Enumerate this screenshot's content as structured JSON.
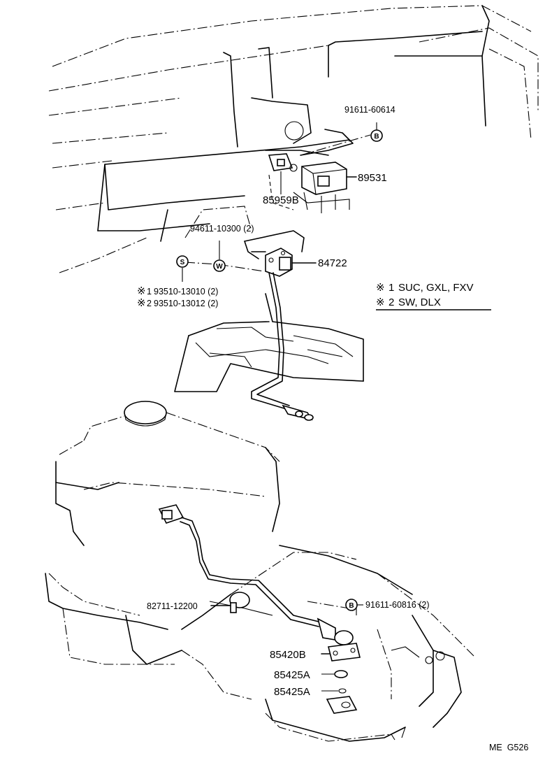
{
  "parts": {
    "p91611_60614": "91611-60614",
    "p89531": "89531",
    "p85959B": "85959B",
    "p94611_10300": "94611-10300 (2)",
    "p84722": "84722",
    "p93510_13010": "93510-13010 (2)",
    "p93510_13012": "93510-13012 (2)",
    "p82711_12200": "82711-12200",
    "p91611_60816": "91611-60816 (2)",
    "p85420B": "85420B",
    "p85425A_1": "85425A",
    "p85425A_2": "85425A"
  },
  "markers": {
    "B": "B",
    "S": "S",
    "W": "W",
    "ref1": "1",
    "ref2": "2"
  },
  "notes": {
    "mark_symbol": "※",
    "n1_num": "1",
    "n1_text": "SUC, GXL, FXV",
    "n2_num": "2",
    "n2_text": "SW, DLX"
  },
  "footer": {
    "code": "ME  G526"
  }
}
